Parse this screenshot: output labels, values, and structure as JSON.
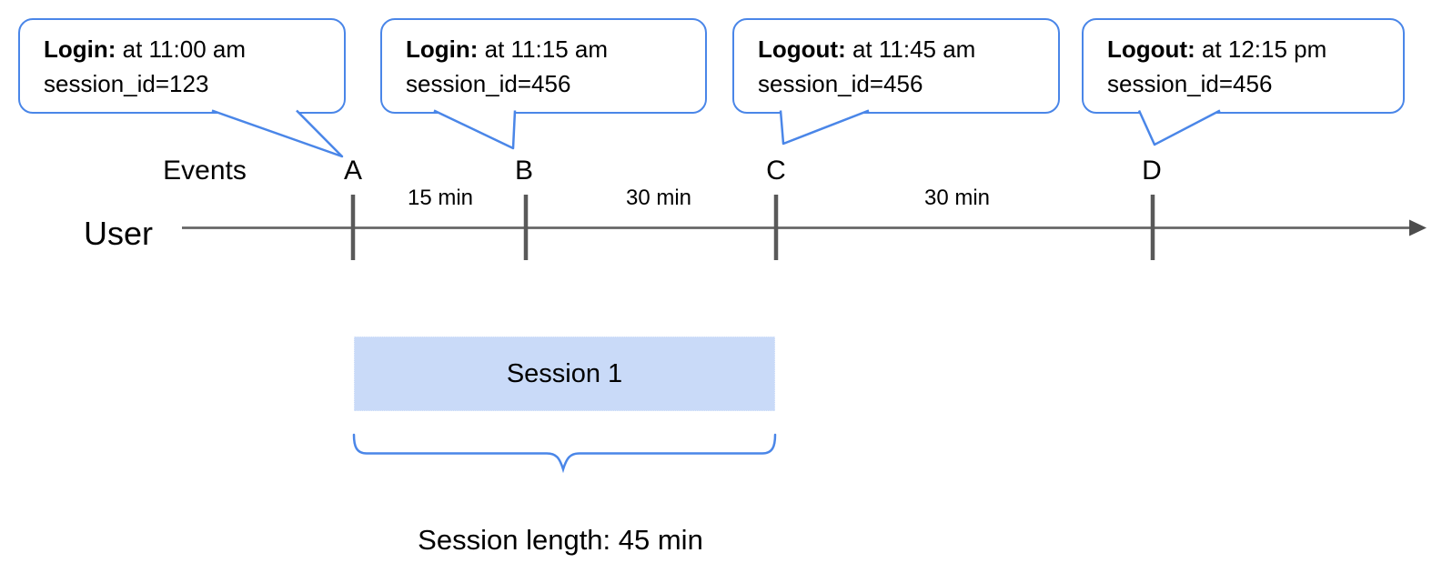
{
  "figure": {
    "callouts": [
      {
        "event": "A",
        "bold": "Login:",
        "text": " at 11:00 am",
        "detail": "session_id=123"
      },
      {
        "event": "B",
        "bold": "Login:",
        "text": " at 11:15 am",
        "detail": "session_id=456"
      },
      {
        "event": "C",
        "bold": "Logout:",
        "text": " at 11:45 am",
        "detail": "session_id=456"
      },
      {
        "event": "D",
        "bold": "Logout:",
        "text": " at 12:15 pm",
        "detail": "session_id=456"
      }
    ],
    "axis": {
      "events_label": "Events",
      "user_label": "User",
      "event_letters": [
        "A",
        "B",
        "C",
        "D"
      ],
      "interval_labels": [
        "15 min",
        "30 min",
        "30 min"
      ]
    },
    "session": {
      "box_label": "Session 1",
      "length_label": "Session length: 45 min"
    },
    "colors": {
      "callout_blue": "#4a86e8",
      "session_fill": "#c9daf8",
      "axis_gray": "#666666",
      "tick_gray": "#595959"
    }
  }
}
